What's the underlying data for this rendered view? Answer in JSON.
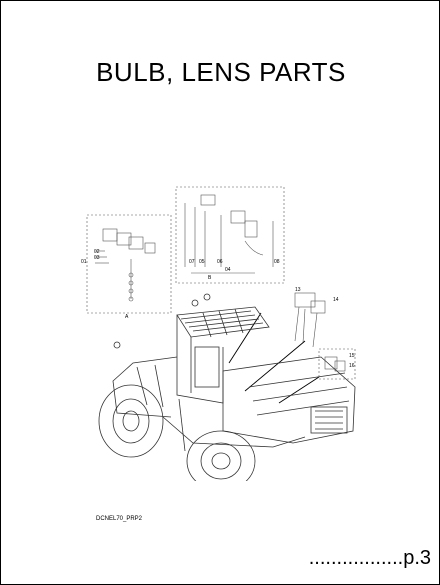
{
  "document": {
    "title": "BULB, LENS PARTS",
    "drawing_code": "DCNEL70_PRP2",
    "page_reference": ".................p.3"
  },
  "callouts": {
    "items": [
      {
        "label": "01"
      },
      {
        "label": "02"
      },
      {
        "label": "03"
      },
      {
        "label": "04"
      },
      {
        "label": "05"
      },
      {
        "label": "06"
      },
      {
        "label": "07"
      },
      {
        "label": "08"
      },
      {
        "label": "13"
      },
      {
        "label": "14"
      },
      {
        "label": "15"
      },
      {
        "label": "16"
      }
    ],
    "detail_a": "A",
    "detail_b": "B"
  }
}
